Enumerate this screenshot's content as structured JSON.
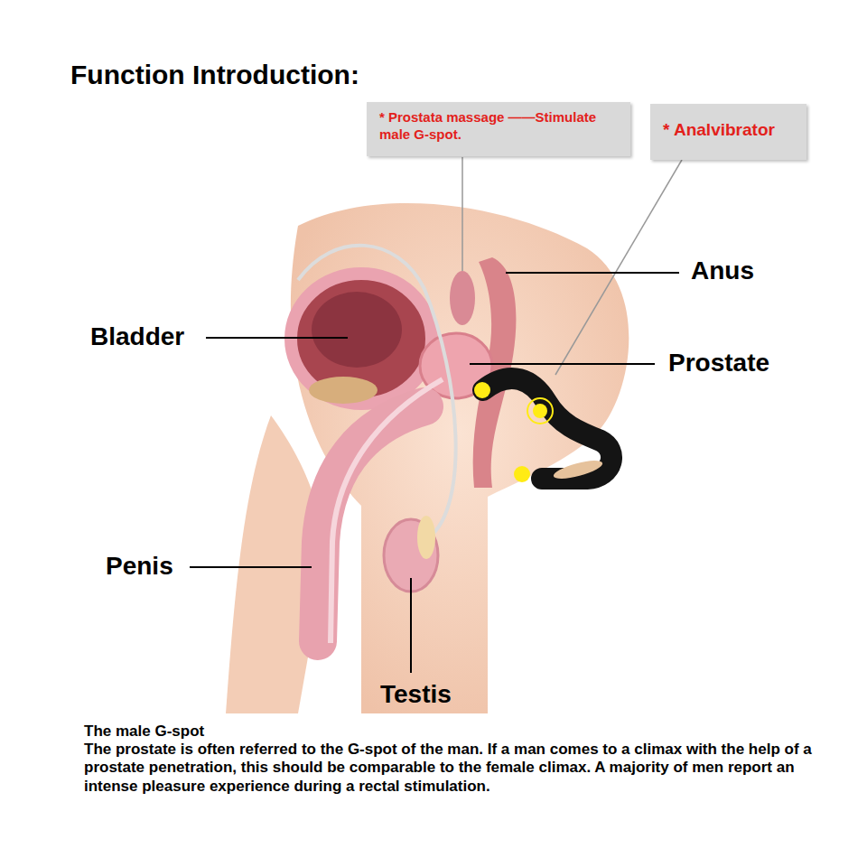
{
  "diagram": {
    "title": "Function Introduction:",
    "caption": "The prostate is often referred to the G-spot of the man. If a man comes to a climax with the help of a prostate penetration, this should be comparable to the female climax. A majority of men report an intense pleasure experience during a rectal stimulation.",
    "nodes": [
      {
        "text": [
          "* Prostata massage ——Stimulate male G-spot."
        ]
      },
      {
        "text": [
          "* Analvibrator"
        ]
      }
    ],
    "labels": [
      "Anus",
      "Prostate",
      "Bladder",
      "Penis",
      "Testis",
      "The male G-spot"
    ]
  }
}
